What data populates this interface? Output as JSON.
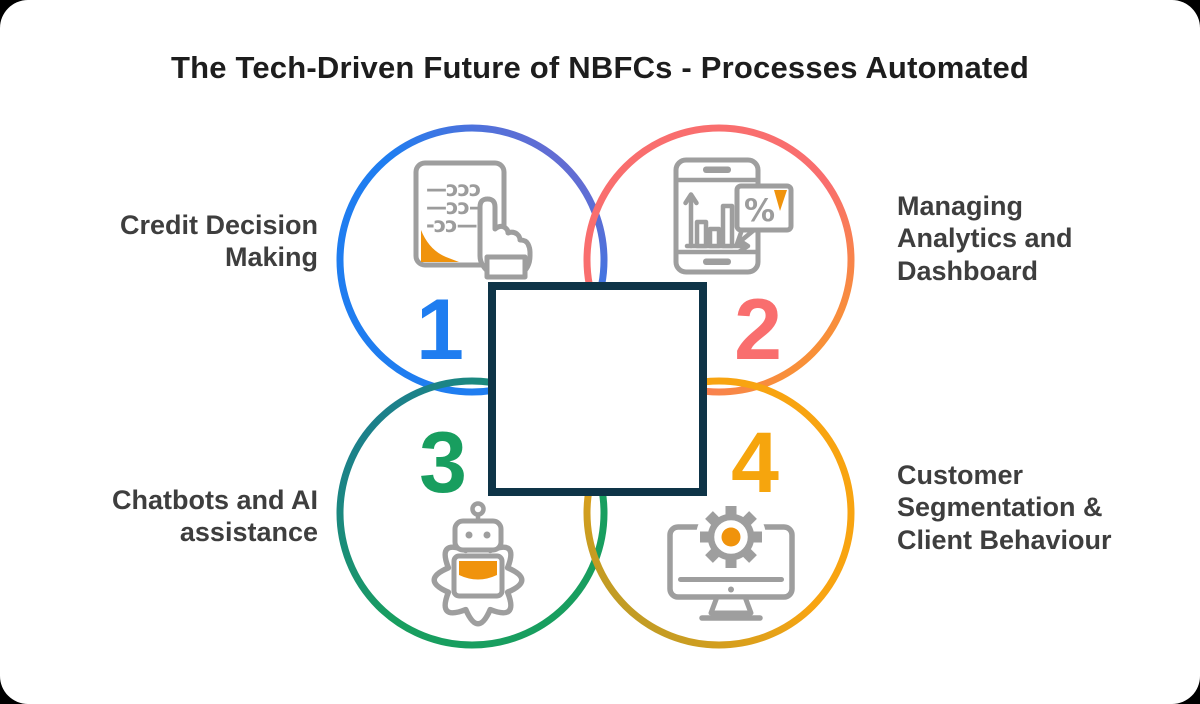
{
  "title": "The Tech-Driven Future of NBFCs - Processes Automated",
  "colors": {
    "circle1_blue": "#1f7df0",
    "circle1_purple": "#7d66c7",
    "circle2_coral": "#f96e6e",
    "circle2_orange": "#f8a01f",
    "circle3_teal": "#1d7a94",
    "circle3_green": "#189e5f",
    "circle4_olive": "#b1992a",
    "circle4_amber": "#f8a411",
    "square_border": "#0e3447",
    "icon_gray": "#9e9e9e",
    "icon_accent_orange": "#f0930c",
    "label_text": "#3e3e3e",
    "title_text": "#1d1d1d"
  },
  "quadrants": [
    {
      "number": "1",
      "number_color": "#1f7df0",
      "label_lines": [
        "Credit Decision",
        "Making"
      ],
      "icon": "document-code-hand-icon"
    },
    {
      "number": "2",
      "number_color": "#f96e6e",
      "label_lines": [
        "Managing",
        "Analytics and",
        "Dashboard"
      ],
      "icon": "tablet-analytics-percent-icon"
    },
    {
      "number": "3",
      "number_color": "#189e5f",
      "label_lines": [
        "Chatbots and AI",
        "assistance"
      ],
      "icon": "robot-gear-icon"
    },
    {
      "number": "4",
      "number_color": "#f6a50d",
      "label_lines": [
        "Customer",
        "Segmentation &",
        "Client Behaviour"
      ],
      "icon": "monitor-gear-icon"
    }
  ],
  "icon_texts": {
    "doc_row1": "—ɔɔɔ",
    "doc_row2": "—ɔɔ—",
    "doc_row3": "-ɔɔ—",
    "percent": "%"
  }
}
